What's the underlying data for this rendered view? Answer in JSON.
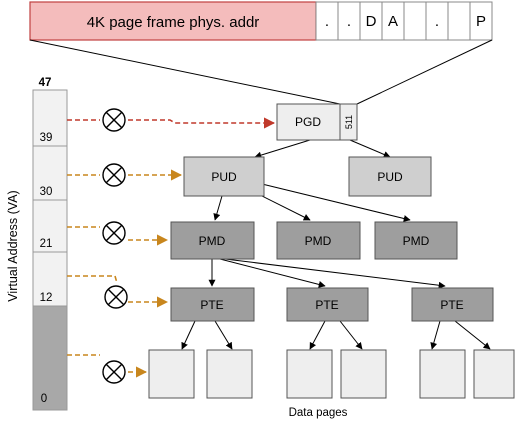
{
  "pte_entry": {
    "address_field": "4K page frame phys. addr",
    "flag_fields": [
      ".",
      ".",
      "D",
      "A",
      ".",
      "P"
    ],
    "entry_index": "511"
  },
  "virtual_address": {
    "axis_label": "Virtual Address (VA)",
    "bit_labels": [
      "47",
      "39",
      "30",
      "21",
      "12",
      "0"
    ]
  },
  "levels": {
    "pgd": "PGD",
    "pud": [
      "PUD",
      "PUD"
    ],
    "pmd": [
      "PMD",
      "PMD",
      "PMD"
    ],
    "pte": [
      "PTE",
      "PTE",
      "PTE"
    ]
  },
  "data_pages_caption": "Data pages",
  "colors": {
    "address_field_fill": "#f4bcbc",
    "address_field_stroke": "#c04040",
    "pgd_fill": "#eeeeee",
    "pud_fill": "#cfcfcf",
    "pmd_pte_fill": "#9e9e9e",
    "va_upper_fill": "#f2f2f2",
    "va_offset_fill": "#a8a8a8",
    "pgd_arrow": "#c0392b",
    "index_arrow": "#c8861d"
  }
}
